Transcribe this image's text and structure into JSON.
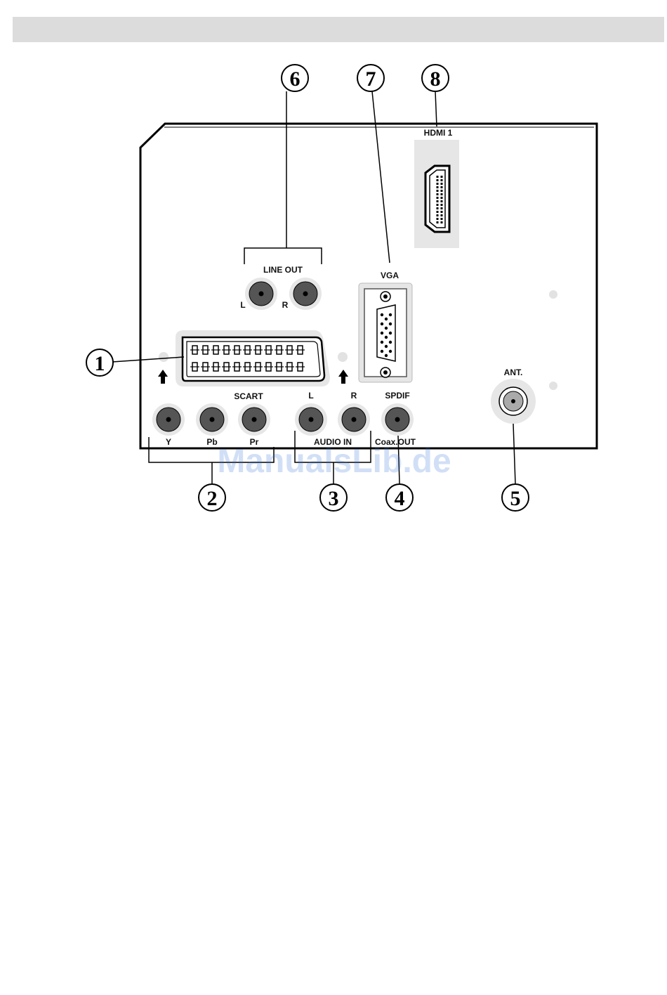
{
  "connectors": {
    "hdmi": {
      "label": "HDMI 1"
    },
    "vga": {
      "label": "VGA"
    },
    "line_out": {
      "label": "LINE OUT",
      "left": "L",
      "right": "R"
    },
    "scart": {
      "label": "SCART"
    },
    "component": {
      "y": "Y",
      "pb": "Pb",
      "pr": "Pr"
    },
    "audio_in": {
      "label": "AUDIO IN",
      "left": "L",
      "right": "R"
    },
    "spdif": {
      "label": "SPDIF",
      "sub_label": "Coax.OUT"
    },
    "antenna": {
      "label": "ANT."
    }
  },
  "callouts": {
    "c1": "1",
    "c2": "2",
    "c3": "3",
    "c4": "4",
    "c5": "5",
    "c6": "6",
    "c7": "7",
    "c8": "8"
  },
  "watermark": "ManualsLib.de",
  "colors": {
    "header_bar": "#dcdcdc",
    "jack": "#555555",
    "panel_gray": "#e6e6e6",
    "watermark": "#2f6fd6"
  }
}
